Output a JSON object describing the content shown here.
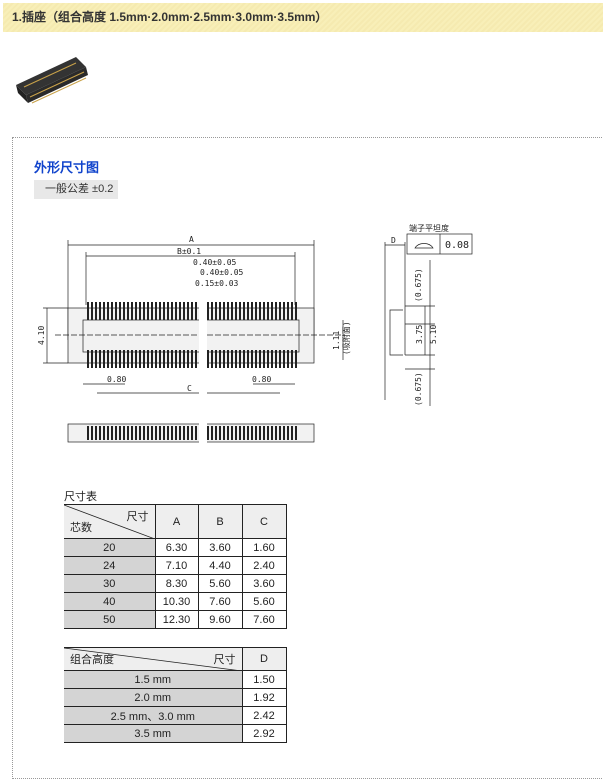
{
  "banner": {
    "title": "1.插座（组合高度 1.5mm·2.0mm·2.5mm·3.0mm·3.5mm）"
  },
  "section": {
    "title": "外形尺寸图",
    "tolerance": "一般公差 ±0.2"
  },
  "drawing": {
    "A": "A",
    "B": "B±0.1",
    "pitch1": "0.40±0.05",
    "pitch2": "0.40±0.05",
    "pin_width": "0.15±0.03",
    "height": "4.10",
    "suction": "1.11",
    "suction_label": "(吸附面)",
    "margin_left": "0.80",
    "margin_right": "0.80",
    "C": "C",
    "D": "D",
    "flatness_label": "端子平坦度",
    "flatness_value": "0.08",
    "side_top": "(0.675)",
    "side_bottom": "(0.675)",
    "inner": "3.75",
    "outer": "5.10"
  },
  "size_table": {
    "caption": "尺寸表",
    "corner_top": "尺寸",
    "corner_bottom": "芯数",
    "columns": [
      "A",
      "B",
      "C"
    ],
    "rows": [
      {
        "pins": "20",
        "A": "6.30",
        "B": "3.60",
        "C": "1.60"
      },
      {
        "pins": "24",
        "A": "7.10",
        "B": "4.40",
        "C": "2.40"
      },
      {
        "pins": "30",
        "A": "8.30",
        "B": "5.60",
        "C": "3.60"
      },
      {
        "pins": "40",
        "A": "10.30",
        "B": "7.60",
        "C": "5.60"
      },
      {
        "pins": "50",
        "A": "12.30",
        "B": "9.60",
        "C": "7.60"
      }
    ]
  },
  "height_table": {
    "corner_top": "尺寸",
    "corner_bottom": "组合高度",
    "column": "D",
    "rows": [
      {
        "h": "1.5 mm",
        "D": "1.50"
      },
      {
        "h": "2.0 mm",
        "D": "1.92"
      },
      {
        "h": "2.5 mm、3.0 mm",
        "D": "2.42"
      },
      {
        "h": "3.5 mm",
        "D": "2.92"
      }
    ]
  }
}
